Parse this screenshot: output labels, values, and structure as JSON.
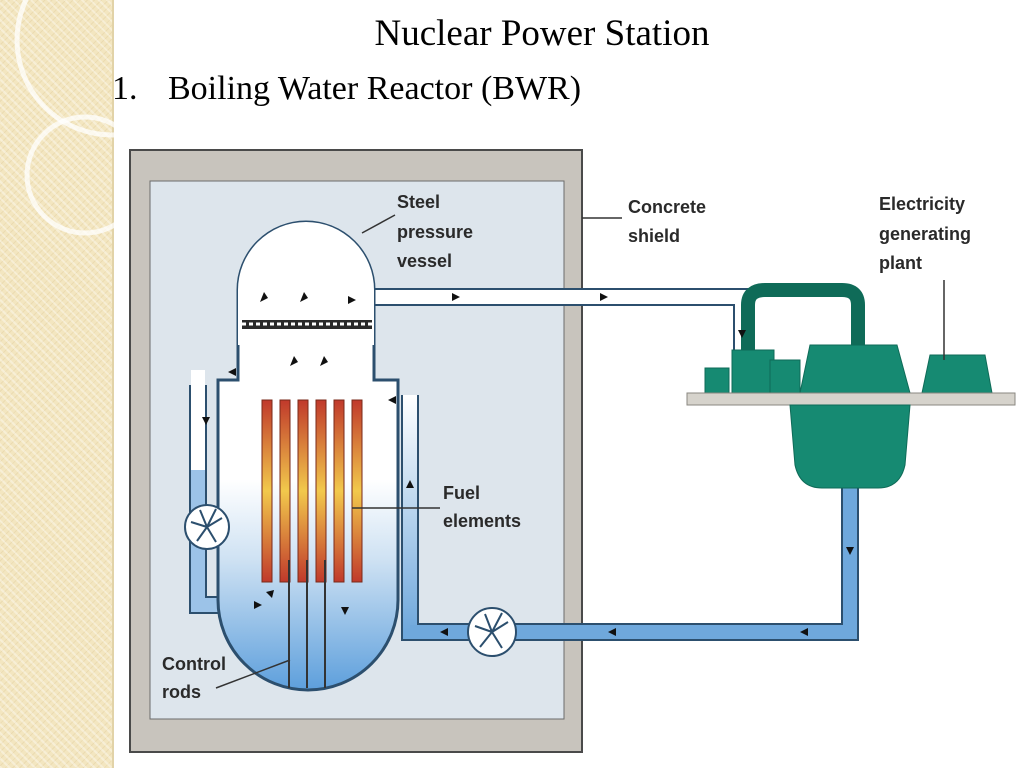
{
  "title": "Nuclear Power Station",
  "subtitle": {
    "number": "1.",
    "text": "Boiling Water Reactor (BWR)"
  },
  "diagram": {
    "labels": {
      "steel_pressure_vessel": [
        "Steel",
        "pressure",
        "vessel"
      ],
      "concrete_shield": [
        "Concrete",
        "shield"
      ],
      "electricity_plant": [
        "Electricity",
        "generating",
        "plant"
      ],
      "fuel_elements": [
        "Fuel",
        "elements"
      ],
      "control_rods": [
        "Control",
        "rods"
      ]
    },
    "colors": {
      "concrete": "#c8c4bd",
      "containment": "#dde5ec",
      "turbine": "#168a72",
      "water": "#6fa8dc",
      "fuel_top": "#f2c94c",
      "fuel_bottom": "#c0392b"
    },
    "icons": [
      "pump-icon",
      "recirculation-pump-icon",
      "flow-arrow-icon"
    ]
  }
}
